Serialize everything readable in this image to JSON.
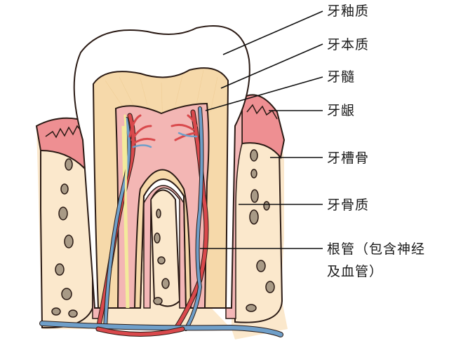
{
  "diagram": {
    "title": "Tooth cross-section anatomy",
    "colors": {
      "enamel": "#ffffff",
      "dentin": "#f6d9aa",
      "pulp": "#f3b6b4",
      "gum": "#ee8f92",
      "gum_light": "#f4b7b7",
      "bone": "#fbe8cc",
      "bone_spots": "#a89a86",
      "root_canal_artery": "#d9494c",
      "root_canal_vein": "#6f9fc9",
      "nerve": "#f3ea9c",
      "outline": "#2a1a14",
      "leader_line": "#111111"
    },
    "labels": [
      {
        "id": "enamel",
        "text": "牙釉质"
      },
      {
        "id": "dentin",
        "text": "牙本质"
      },
      {
        "id": "pulp",
        "text": "牙髓"
      },
      {
        "id": "gingiva",
        "text": "牙龈"
      },
      {
        "id": "alveolar-bone",
        "text": "牙槽骨"
      },
      {
        "id": "cementum",
        "text": "牙骨质"
      },
      {
        "id": "root-canal",
        "text": "根管（包含神经及血管）"
      }
    ]
  }
}
